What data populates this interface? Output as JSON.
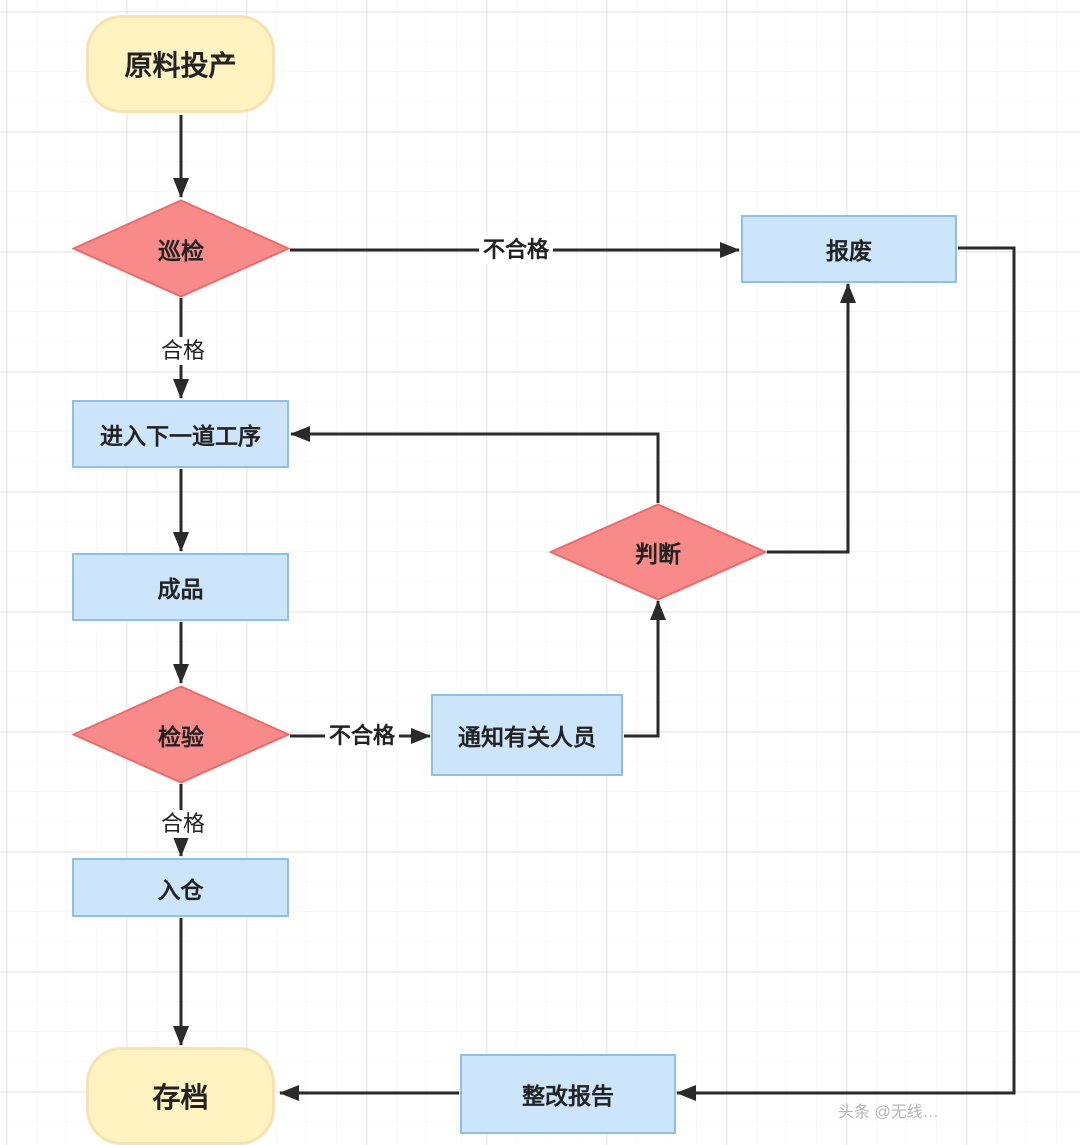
{
  "nodes": {
    "start": "原料投产",
    "patrol_check": "巡检",
    "next_process": "进入下一道工序",
    "finished_product": "成品",
    "inspection": "检验",
    "warehouse_in": "入仓",
    "archive": "存档",
    "scrap": "报废",
    "judge": "判断",
    "notify": "通知有关人员",
    "rectify_report": "整改报告"
  },
  "edge_labels": {
    "patrol_fail": "不合格",
    "patrol_pass": "合格",
    "inspect_fail": "不合格",
    "inspect_pass": "合格"
  },
  "watermark": "头条 @无线…",
  "colors": {
    "terminal_fill": "#fff3c2",
    "process_fill": "#cce5fb",
    "process_border": "#8cc0ea",
    "decision_fill": "#f88a8a",
    "decision_border": "#ec6b6b",
    "connector": "#2a2a2a"
  }
}
